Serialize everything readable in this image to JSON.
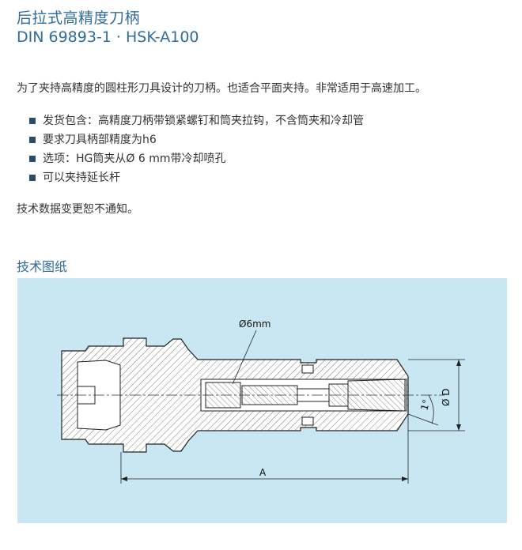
{
  "header": {
    "title": "后拉式高精度刀柄",
    "standard": "DIN 69893-1 · HSK-A100"
  },
  "description": {
    "intro": "为了夹持高精度的圆柱形刀具设计的刀柄。也适合平面夹持。非常适用于高速加工。",
    "features": [
      "发货包含：高精度刀柄带锁紧螺钉和筒夹拉钩，不含筒夹和冷却管",
      "要求刀具柄部精度为h6",
      "选项：HG筒夹从Ø 6 mm带冷却喷孔",
      "可以夹持延长杆"
    ],
    "note": "技术数据变更恕不通知。"
  },
  "drawing": {
    "section_title": "技术图纸",
    "label_coolant_bore": "Ø6mm",
    "label_angle": "1°",
    "label_diameter": "Ø D",
    "label_length": "A"
  },
  "colors": {
    "heading": "#2f6e9a",
    "bullet": "#2c4a6e",
    "panel": "#c9e7f2"
  }
}
